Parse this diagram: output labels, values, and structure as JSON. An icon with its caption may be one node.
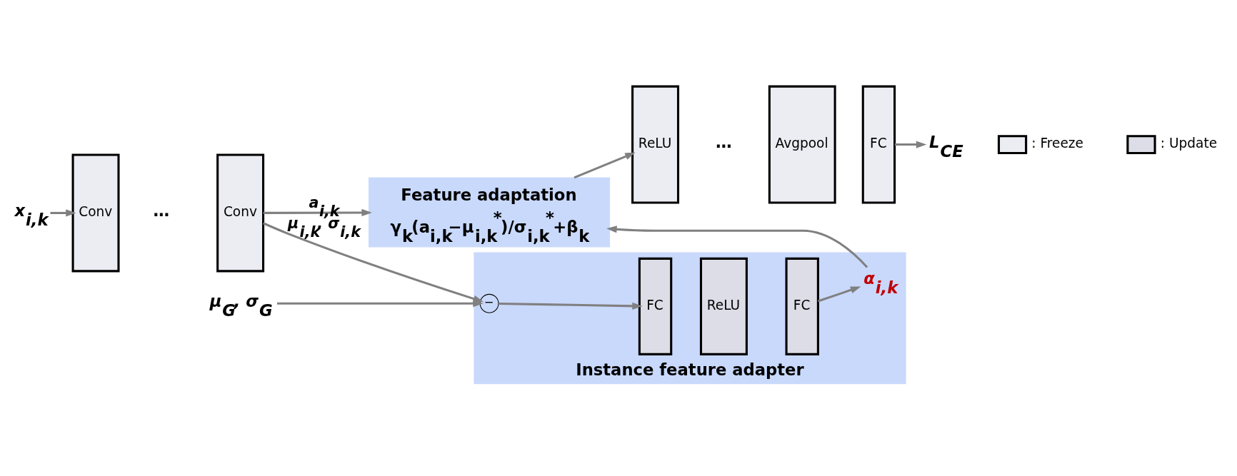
{
  "diagram": {
    "nodes": [
      {
        "text": [
          "x$_{i,k}$"
        ]
      },
      {
        "text": [
          "Conv"
        ]
      },
      {
        "text": [
          "Conv"
        ]
      },
      {
        "text": [
          "Feature adaptation",
          "γ$_{k}$(a$_{i,k}$−μ$_{i,k}$$^{*}$)/σ$_{i,k}$$^{*}$+β$_{k}$"
        ]
      },
      {
        "text": [
          "ReLU"
        ]
      },
      {
        "text": [
          "Avgpool"
        ]
      },
      {
        "text": [
          "FC"
        ]
      },
      {
        "text": [
          "L$_{CE}$"
        ]
      },
      {
        "text": [
          "Instance feature adapter"
        ]
      },
      {
        "text": [
          "−"
        ],
        "in": 8
      },
      {
        "text": [
          "FC"
        ],
        "in": 8
      },
      {
        "text": [
          "ReLU"
        ],
        "in": 8
      },
      {
        "text": [
          "FC"
        ],
        "in": 8
      },
      {
        "text": [
          "α$_{i,k}$"
        ],
        "in": 8
      },
      {
        "text": [
          "μ$_{G}$, σ$_{G}$"
        ]
      }
    ],
    "edges": [
      {
        "from": 0,
        "to": 1,
        "arrow": "to"
      },
      {
        "from": 2,
        "to": 3,
        "arrow": "to",
        "label": "a$_{i,k}$"
      },
      {
        "from": 2,
        "to": 9,
        "arrow": "to",
        "label": "μ$_{i,k}$, σ$_{i,k}$"
      },
      {
        "from": 14,
        "to": 9,
        "arrow": "to"
      },
      {
        "from": 9,
        "to": 10,
        "arrow": "to"
      },
      {
        "from": 12,
        "to": 13,
        "arrow": "to"
      },
      {
        "from": 13,
        "to": 3,
        "arrow": "to"
      },
      {
        "from": 3,
        "to": 4,
        "arrow": "to"
      },
      {
        "from": 6,
        "to": 7,
        "arrow": "to"
      }
    ],
    "labels": [
      "…",
      "…"
    ],
    "legend": [
      {
        "text": ": Freeze"
      },
      {
        "text": ": Update",
        "color": "#dcdde6"
      }
    ]
  }
}
